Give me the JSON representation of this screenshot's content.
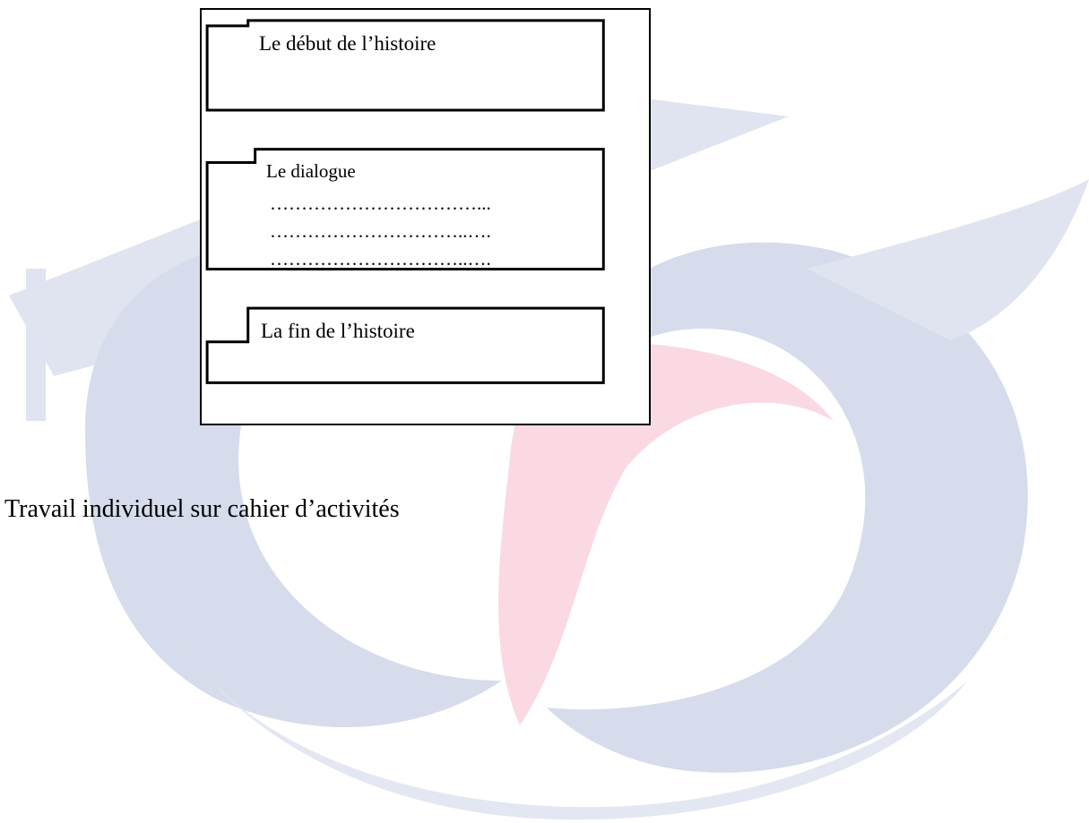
{
  "boxes": {
    "debut": {
      "label": "Le début de l’histoire"
    },
    "dialogue": {
      "label": "Le dialogue",
      "lines": [
        "……………………………...",
        "…………………………..….",
        "…………………………..…."
      ]
    },
    "fin": {
      "label": "La fin de l’histoire"
    }
  },
  "caption": "Travail individuel sur cahier d’activités",
  "colors": {
    "watermark_blue": "#d6dcec",
    "watermark_pink": "#fbd9e2",
    "border": "#000000"
  }
}
